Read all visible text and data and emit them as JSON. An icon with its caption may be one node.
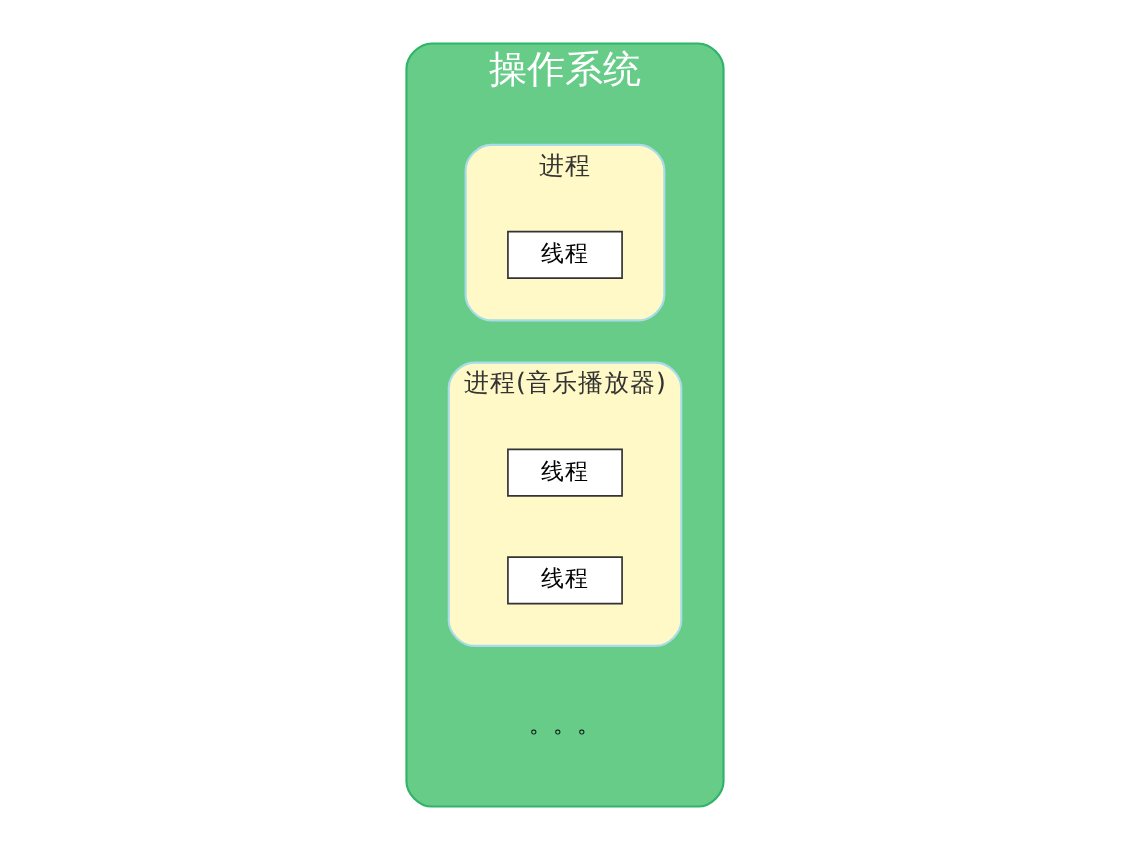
{
  "diagram": {
    "nodes": [
      {
        "text": [
          "操作系统"
        ]
      },
      {
        "text": [
          "进程"
        ],
        "in": 0
      },
      {
        "text": [
          "线程"
        ],
        "in": 1
      },
      {
        "text": [
          "进程(音乐播放器)"
        ],
        "in": 0
      },
      {
        "text": [
          "线程"
        ],
        "in": 3
      },
      {
        "text": [
          "线程"
        ],
        "in": 3
      }
    ],
    "labels": [
      "。。。"
    ]
  }
}
